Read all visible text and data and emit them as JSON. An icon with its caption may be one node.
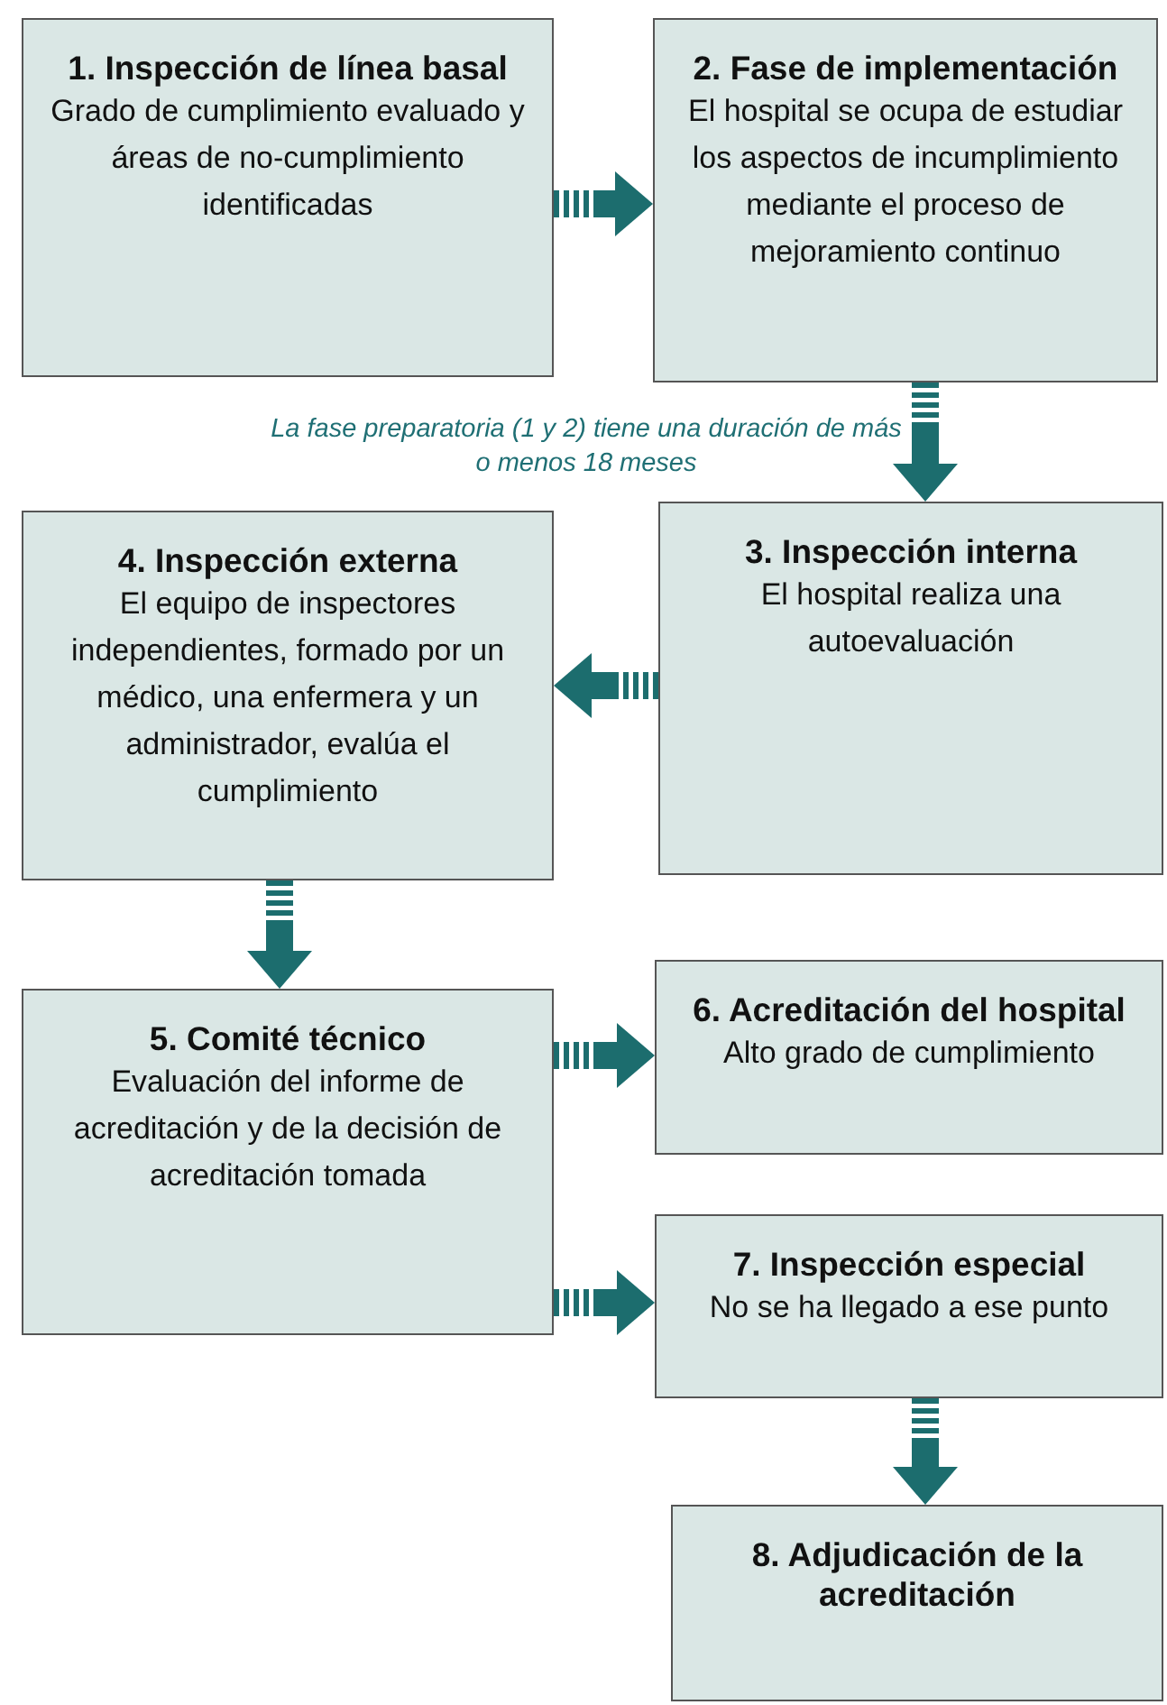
{
  "diagram": {
    "nodes": [
      {
        "text": [
          "1. Inspección de línea basal",
          "Grado de cumplimiento evaluado y áreas de no-cumplimiento identificadas"
        ]
      },
      {
        "text": [
          "2. Fase de implementación",
          "El hospital se ocupa de estudiar los aspectos de incumplimiento mediante el proceso de mejoramiento continuo"
        ]
      },
      {
        "text": [
          "3. Inspección interna",
          "El hospital realiza una autoevaluación"
        ]
      },
      {
        "text": [
          "4. Inspección externa",
          "El equipo de inspectores independientes, formado por un médico, una enfermera y un administrador, evalúa el cumplimiento"
        ]
      },
      {
        "text": [
          "5. Comité técnico",
          "Evaluación del informe de acreditación y de la decisión de acreditación tomada"
        ]
      },
      {
        "text": [
          "6. Acreditación del hospital",
          "Alto grado de cumplimiento"
        ]
      },
      {
        "text": [
          "7. Inspección especial",
          "No se ha llegado a ese punto"
        ]
      },
      {
        "text": [
          "8. Adjudicación de la acreditación"
        ]
      }
    ],
    "edges": [
      {
        "from": 0,
        "to": 1,
        "arrow": "to"
      },
      {
        "from": 1,
        "to": 2,
        "arrow": "to"
      },
      {
        "from": 2,
        "to": 3,
        "arrow": "to"
      },
      {
        "from": 3,
        "to": 4,
        "arrow": "to"
      },
      {
        "from": 4,
        "to": 5,
        "arrow": "to"
      },
      {
        "from": 4,
        "to": 6,
        "arrow": "to"
      },
      {
        "from": 6,
        "to": 7,
        "arrow": "to"
      }
    ],
    "labels": [
      "La fase preparatoria (1 y 2) tiene una duración de más o menos 18 meses"
    ]
  }
}
